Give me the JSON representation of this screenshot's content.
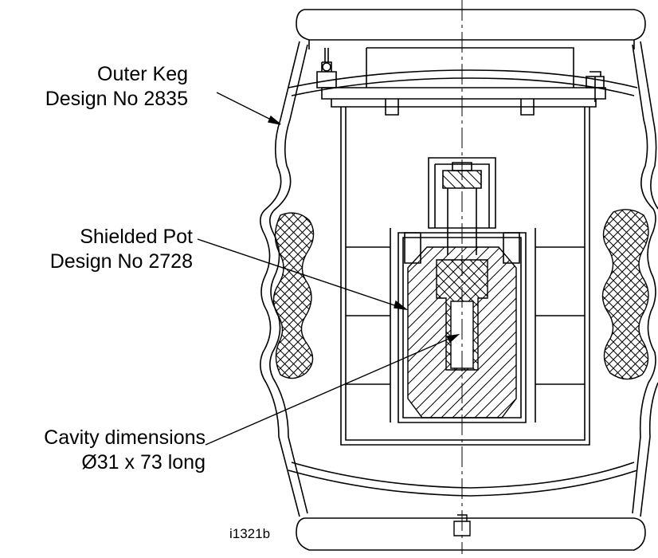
{
  "labels": {
    "outer_keg": {
      "line1": "Outer Keg",
      "line2": "Design No 2835"
    },
    "shielded_pot": {
      "line1": "Shielded Pot",
      "line2": "Design No 2728"
    },
    "cavity": {
      "line1": "Cavity dimensions",
      "line2": "Ø31 x 73 long"
    }
  },
  "reference_code": "i1321b",
  "colors": {
    "ink": "#000000",
    "background": "#ffffff"
  }
}
